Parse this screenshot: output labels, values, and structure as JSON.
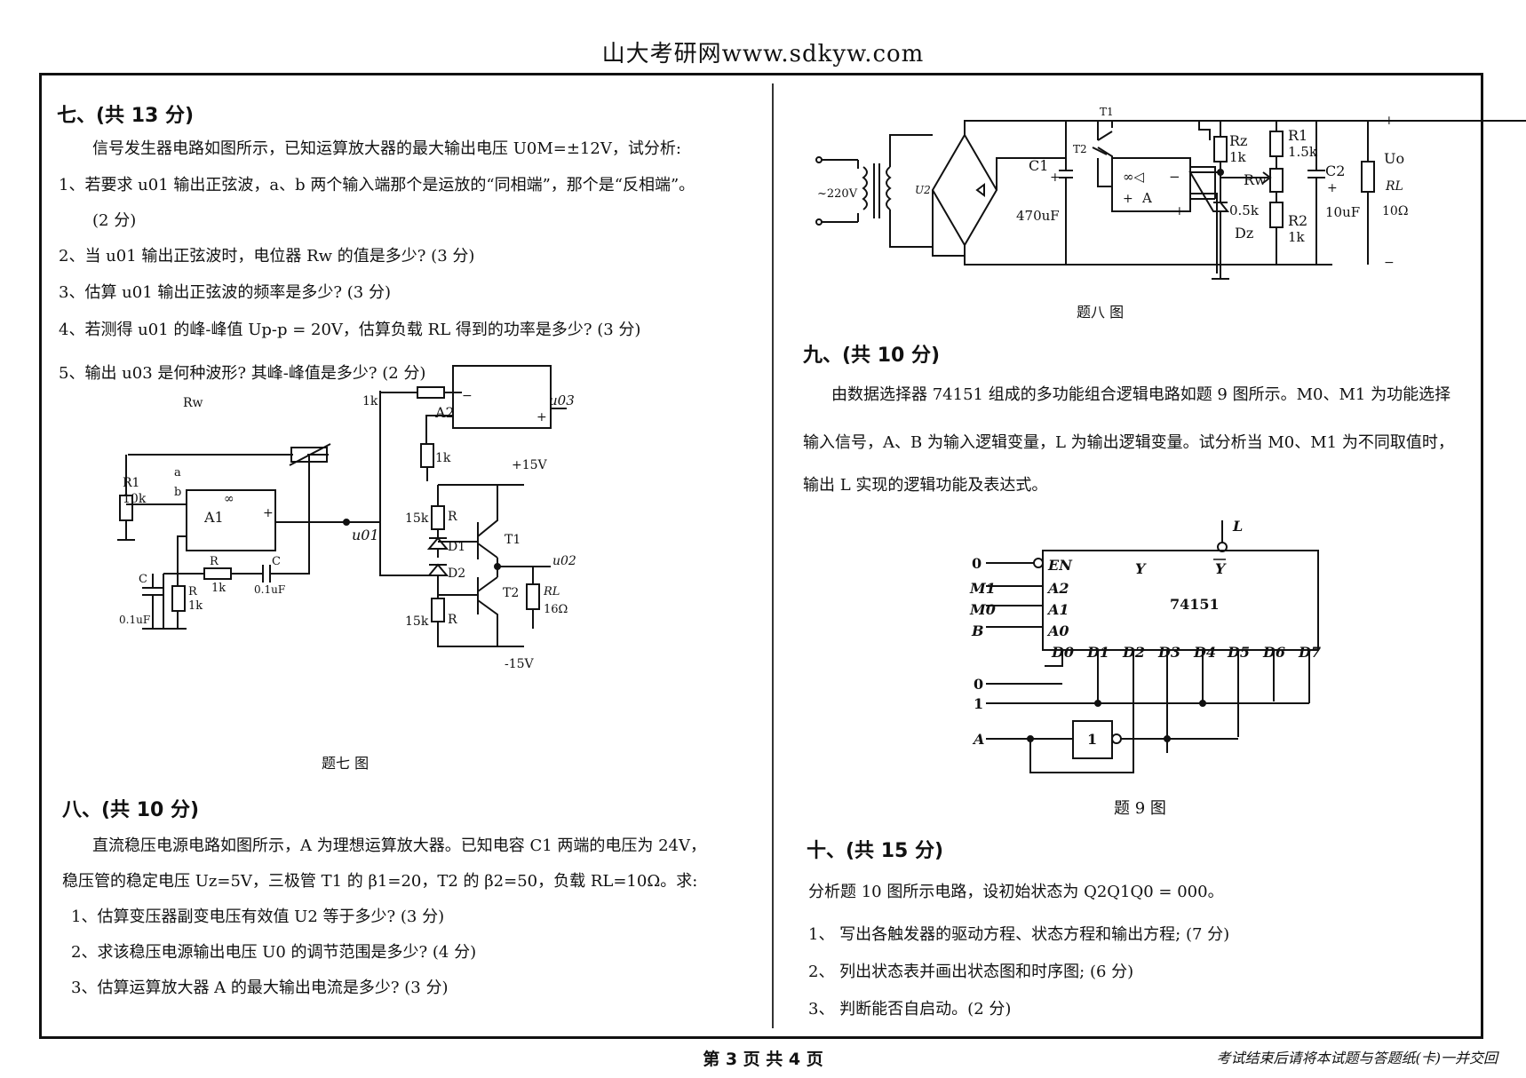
{
  "header": "山大考研网www.sdkyw.com",
  "q7": {
    "title": "七、(共 13 分)",
    "intro": "信号发生器电路如图所示，已知运算放大器的最大输出电压 U0M=±12V，试分析:",
    "items": [
      "1、若要求 u01 输出正弦波，a、b 两个输入端那个是运放的“同相端”，那个是“反相端”。",
      "(2 分)",
      "2、当 u01 输出正弦波时，电位器 Rw 的值是多少? (3 分)",
      "3、估算 u01 输出正弦波的频率是多少? (3 分)",
      "4、若测得 u01 的峰-峰值 Up-p = 20V，估算负载 RL 得到的功率是多少? (3 分)",
      "5、输出 u03 是何种波形? 其峰-峰值是多少? (2 分)"
    ],
    "caption": "题七 图",
    "labels": {
      "rw": "Rw",
      "r1": "R1",
      "r1v": "10k",
      "a": "a",
      "b": "b",
      "a1": "A1",
      "plus": "+",
      "u01": "u01",
      "k1top": "1k",
      "a2": "A2",
      "minus": "−",
      "u03": "u03",
      "k1v": "1k",
      "p15": "+15V",
      "k15a": "15k",
      "r": "R",
      "t1": "T1",
      "d1": "D1",
      "d2": "D2",
      "u02": "u02",
      "t2": "T2",
      "rl": "RL",
      "rl16": "16Ω",
      "k15b": "15k",
      "m15": "-15V",
      "c": "C",
      "c01": "0.1uF",
      "rr": "R",
      "k1r": "1k",
      "k1h": "1k",
      "inf": "∞"
    }
  },
  "q8": {
    "title": "八、(共 10 分)",
    "intro1": "直流稳压电源电路如图所示，A 为理想运算放大器。已知电容 C1 两端的电压为 24V，",
    "intro2": "稳压管的稳定电压 Uz=5V，三极管 T1 的 β1=20，T2 的 β2=50，负载 RL=10Ω。求:",
    "items": [
      "1、估算变压器副变电压有效值 U2 等于多少? (3 分)",
      "2、求该稳压电源输出电压 U0 的调节范围是多少? (4 分)",
      "3、估算运算放大器 A 的最大输出电流是多少? (3 分)"
    ],
    "caption": "题八 图",
    "labels": {
      "v220": "~220V",
      "u2": "U2",
      "c1": "C1",
      "c1v": "470uF",
      "t1": "T1",
      "t2": "T2",
      "rz": "Rz",
      "rzv": "1k",
      "r1": "R1",
      "r1v": "1.5k",
      "rw": "Rw",
      "rwv": "0.5k",
      "r2": "R2",
      "r2v": "1k",
      "dz": "Dz",
      "c2": "C2",
      "c2v": "10uF",
      "uo": "Uo",
      "rl": "RL",
      "rlv": "10Ω",
      "plus": "+",
      "minus": "−",
      "a": "A",
      "inf": "∞◁"
    }
  },
  "q9": {
    "title": "九、(共 10 分)",
    "l1": "由数据选择器 74151 组成的多功能组合逻辑电路如题 9 图所示。M0、M1 为功能选择",
    "l2": "输入信号，A、B 为输入逻辑变量，L 为输出逻辑变量。试分析当 M0、M1 为不同取值时，",
    "l3": "输出 L 实现的逻辑功能及表达式。",
    "caption": "题 9 图",
    "labels": {
      "chip": "74151",
      "en": "EN",
      "y": "Y",
      "ybar": "Y",
      "l": "L",
      "a2": "A2",
      "a1": "A1",
      "a0": "A0",
      "d0": "D0",
      "d1": "D1",
      "d2": "D2",
      "d3": "D3",
      "d4": "D4",
      "d5": "D5",
      "d6": "D6",
      "d7": "D7",
      "zero_en": "0",
      "m1": "M1",
      "m0": "M0",
      "b": "B",
      "zero": "0",
      "one": "1",
      "a": "A",
      "not": "1"
    }
  },
  "q10": {
    "title": "十、(共 15 分)",
    "intro": "分析题 10 图所示电路，设初始状态为 Q2Q1Q0 = 000。",
    "items": [
      "1、  写出各触发器的驱动方程、状态方程和输出方程; (7 分)",
      "2、  列出状态表并画出状态图和时序图; (6 分)",
      "3、  判断能否自启动。(2 分)"
    ]
  },
  "footer": {
    "page": "第 3 页 共 4 页",
    "note": "考试结束后请将本试题与答题纸(卡)一并交回"
  }
}
